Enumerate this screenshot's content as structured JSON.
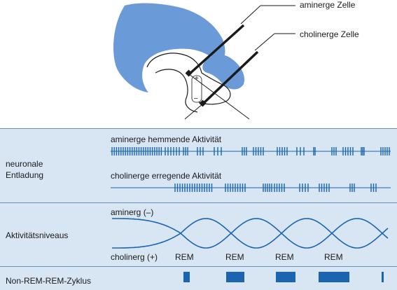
{
  "illustration": {
    "label_aminergic_cell": "aminerge Zelle",
    "label_cholinergic_cell": "cholinerge Zelle",
    "electrode_plus": "+",
    "electrode_minus": "–"
  },
  "rows": {
    "discharge": {
      "label": "neuronale\nEntladung",
      "trace_aminergic_title": "aminerge hemmende Aktivität",
      "trace_cholinergic_title": "cholinerge erregende Aktivität"
    },
    "levels": {
      "label": "Aktivitätsniveaus",
      "aminergic_label": "aminerg (–)",
      "cholinergic_label": "cholinerg (+)",
      "rem_labels": [
        "REM",
        "REM",
        "REM",
        "REM"
      ]
    },
    "cycle": {
      "label": "Non-REM-REM-Zyklus"
    }
  },
  "colors": {
    "brain_blue": "#6a9ad8",
    "band_blue": "#d8e6f4",
    "trace_blue": "#1a64b0",
    "rule_blue": "#6b8fb8"
  }
}
